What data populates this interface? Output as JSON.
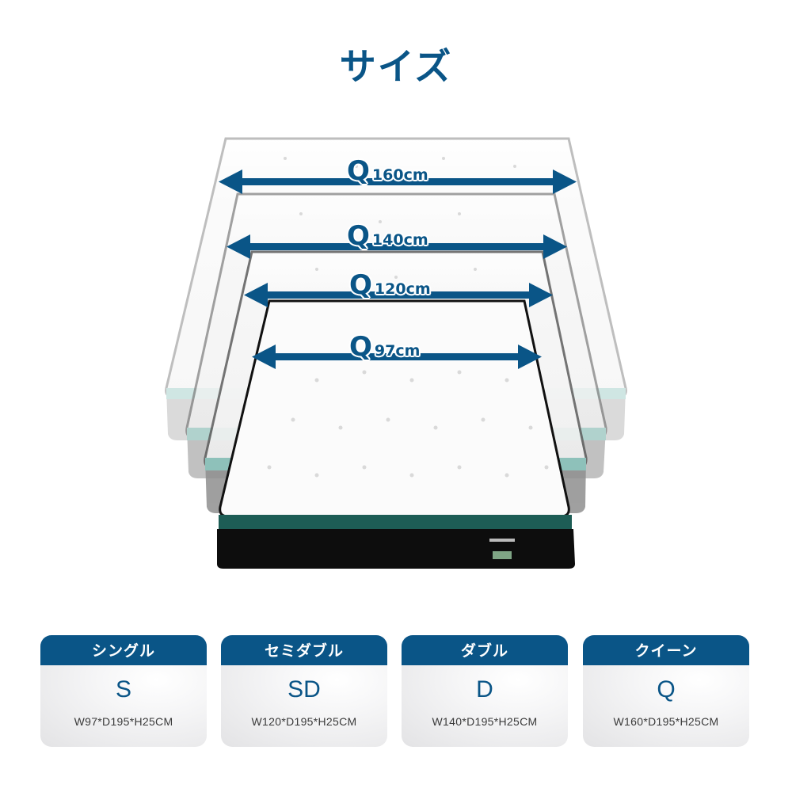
{
  "page": {
    "title": "サイズ",
    "accent_color": "#0a5587"
  },
  "illustration": {
    "description": "Stacked mattresses of four widths",
    "dimension_arrows": [
      {
        "icon": "Q",
        "label": "160cm"
      },
      {
        "icon": "Q",
        "label": "140cm"
      },
      {
        "icon": "Q",
        "label": "120cm"
      },
      {
        "icon": "Q",
        "label": "97cm"
      }
    ]
  },
  "sizes": [
    {
      "name": "シングル",
      "code": "S",
      "dimensions": "W97*D195*H25CM"
    },
    {
      "name": "セミダブル",
      "code": "SD",
      "dimensions": "W120*D195*H25CM"
    },
    {
      "name": "ダブル",
      "code": "D",
      "dimensions": "W140*D195*H25CM"
    },
    {
      "name": "クイーン",
      "code": "Q",
      "dimensions": "W160*D195*H25CM"
    }
  ]
}
